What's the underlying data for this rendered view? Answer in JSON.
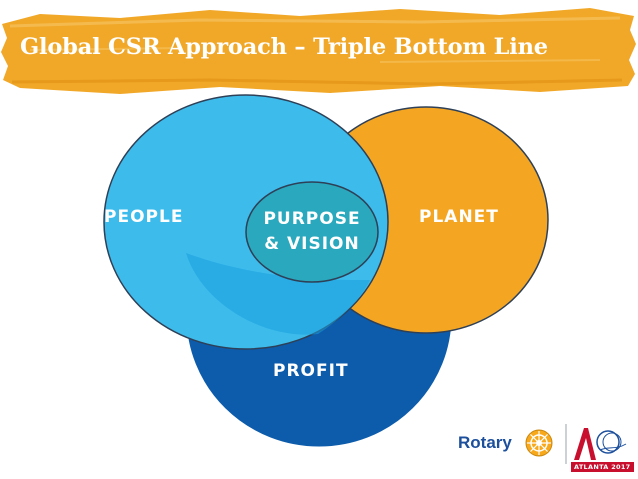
{
  "title": "Global CSR Approach – Triple Bottom Line",
  "labels": {
    "people": "PEOPLE",
    "planet": "PLANET",
    "profit": "PROFIT",
    "center_line1": "PURPOSE",
    "center_line2": "& VISION"
  },
  "footer": {
    "rotary": "Rotary",
    "event": "ATLANTA 2017"
  },
  "colors": {
    "banner": "#f1a829",
    "people": "#3dbcec",
    "planet": "#f4a623",
    "profit": "#0d5cab",
    "overlap": "#2aa8bd",
    "outline": "#2e4057"
  }
}
